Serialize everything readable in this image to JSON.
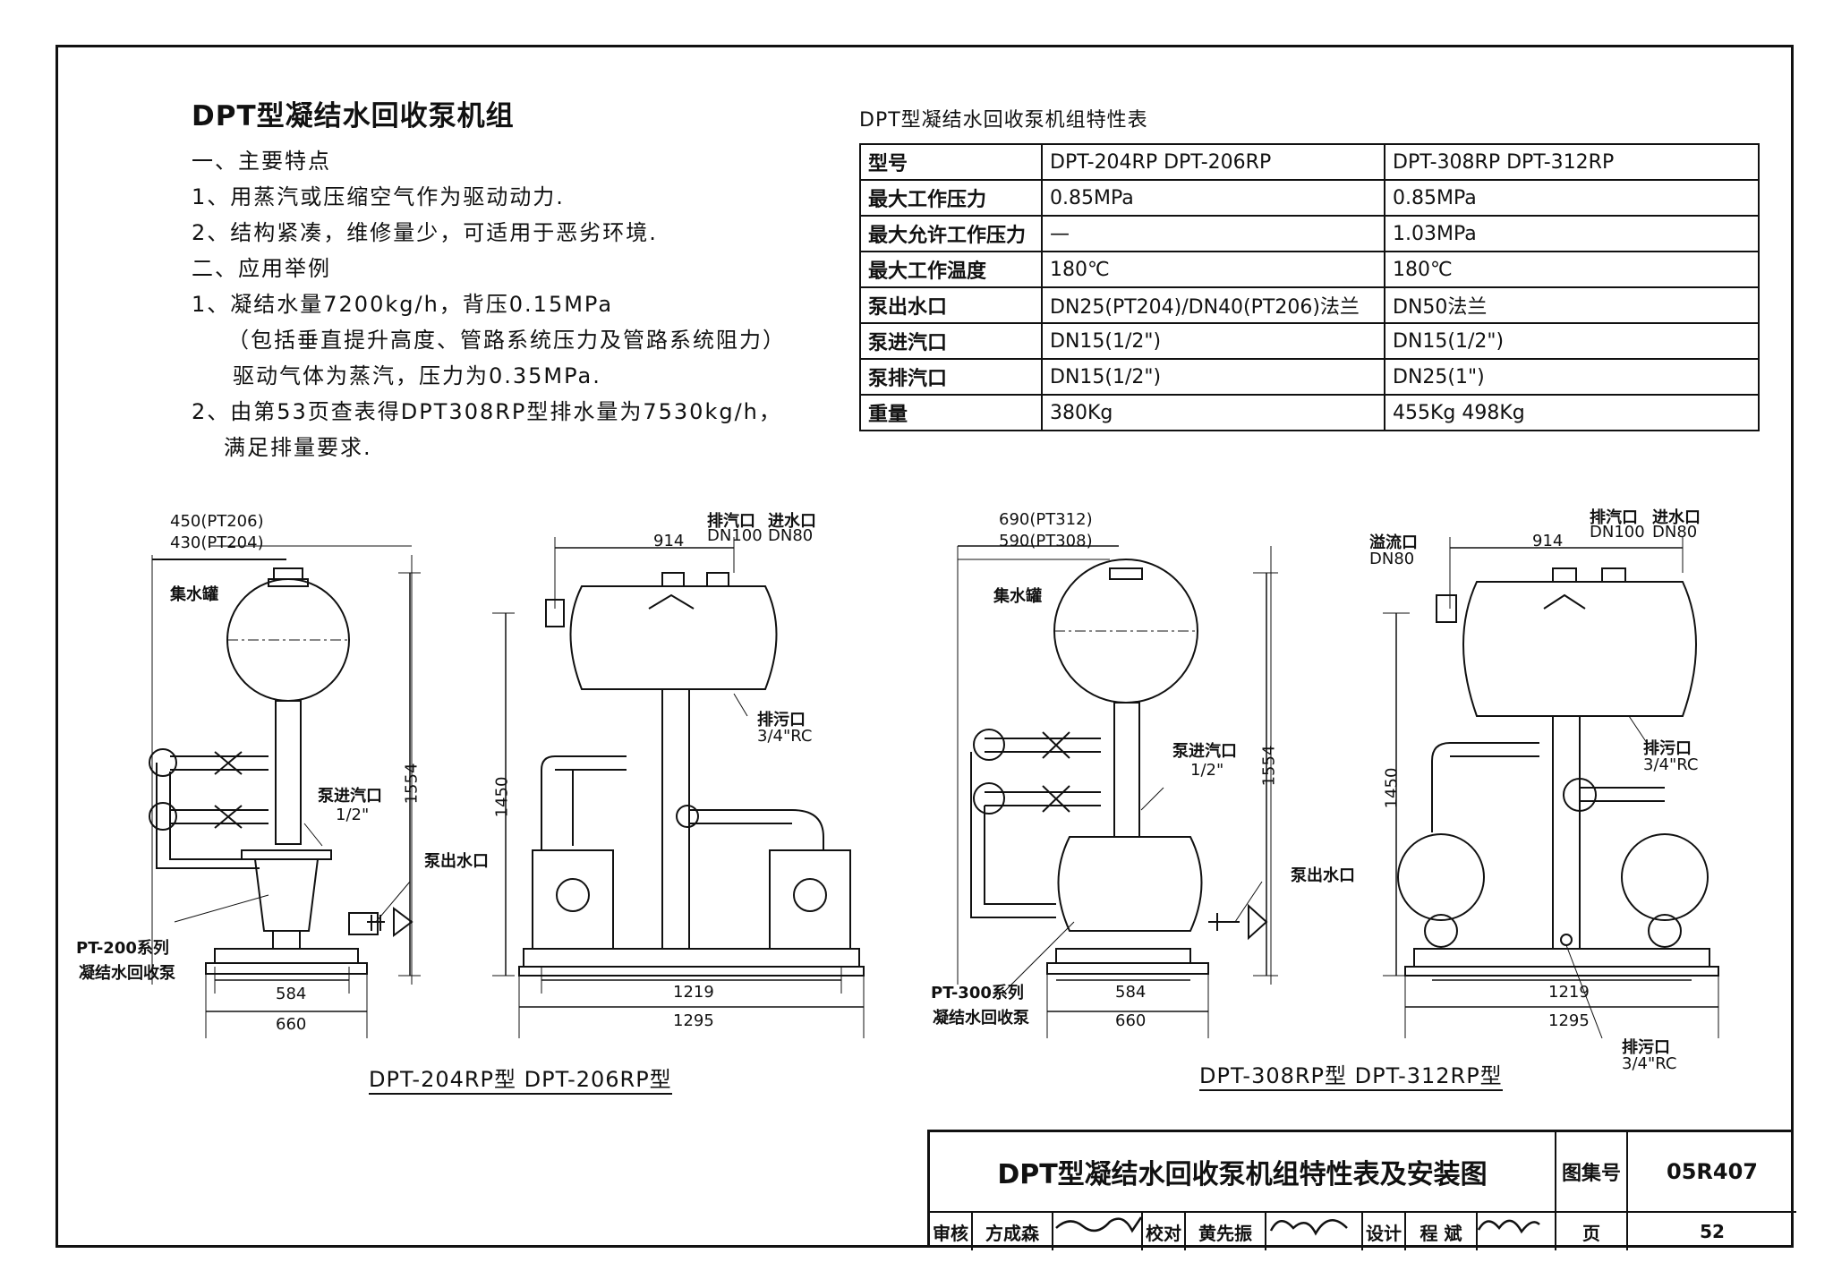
{
  "heading": "DPT型凝结水回收泵机组",
  "features": {
    "title": "一、主要特点",
    "items": [
      "1、用蒸汽或压缩空气作为驱动动力.",
      "2、结构紧凑，维修量少，可适用于恶劣环境."
    ]
  },
  "example": {
    "title": "二、应用举例",
    "lines": [
      "1、凝结水量7200kg/h，背压0.15MPa",
      "（包括垂直提升高度、管路系统压力及管路系统阻力）",
      "驱动气体为蒸汽，压力为0.35MPa.",
      "2、由第53页查表得DPT308RP型排水量为7530kg/h，",
      "满足排量要求."
    ]
  },
  "spec_table": {
    "title": "DPT型凝结水回收泵机组特性表",
    "rows": [
      {
        "key": "型号",
        "a": "DPT-204RP   DPT-206RP",
        "b": "DPT-308RP   DPT-312RP"
      },
      {
        "key": "最大工作压力",
        "a": "0.85MPa",
        "b": "0.85MPa"
      },
      {
        "key": "最大允许工作压力",
        "a": "—",
        "b": "1.03MPa"
      },
      {
        "key": "最大工作温度",
        "a": "180℃",
        "b": "180℃"
      },
      {
        "key": "泵出水口",
        "a": "DN25(PT204)/DN40(PT206)法兰",
        "b": "DN50法兰"
      },
      {
        "key": "泵进汽口",
        "a": "DN15(1/2\")",
        "b": "DN15(1/2\")"
      },
      {
        "key": "泵排汽口",
        "a": "DN15(1/2\")",
        "b": "DN25(1\")"
      },
      {
        "key": "重量",
        "a": "380Kg",
        "b": "455Kg          498Kg"
      }
    ]
  },
  "drawing_left": {
    "caption": "DPT-204RP型   DPT-206RP型",
    "dim_top1": "450(PT206)",
    "dim_top2": "430(PT204)",
    "tank_label": "集水罐",
    "steam_in_label": "泵进汽口",
    "steam_in_size": "1/2\"",
    "outlet_label": "泵出水口",
    "pump_label1": "PT-200系列",
    "pump_label2": "凝结水回收泵",
    "height1": "1554",
    "base1": "584",
    "base2": "660",
    "side_width": "914",
    "side_exhaust": "排汽口",
    "side_exhaust_dn": "DN100",
    "side_inlet": "进水口",
    "side_inlet_dn": "DN80",
    "side_height": "1450",
    "drain_label": "排污口",
    "drain_size": "3/4\"RC",
    "side_base1": "1219",
    "side_base2": "1295"
  },
  "drawing_right": {
    "caption": "DPT-308RP型   DPT-312RP型",
    "dim_top1": "690(PT312)",
    "dim_top2": "590(PT308)",
    "tank_label": "集水罐",
    "steam_in_label": "泵进汽口",
    "steam_in_size": "1/2\"",
    "outlet_label": "泵出水口",
    "pump_label1": "PT-300系列",
    "pump_label2": "凝结水回收泵",
    "height1": "1554",
    "base1": "584",
    "base2": "660",
    "overflow_label": "溢流口",
    "overflow_dn": "DN80",
    "side_width": "914",
    "side_exhaust": "排汽口",
    "side_exhaust_dn": "DN100",
    "side_inlet": "进水口",
    "side_inlet_dn": "DN80",
    "side_height": "1450",
    "drain_label": "排污口",
    "drain_size": "3/4\"RC",
    "drain2_label": "排污口",
    "drain2_size": "3/4\"RC",
    "side_base1": "1219",
    "side_base2": "1295"
  },
  "title_block": {
    "title": "DPT型凝结水回收泵机组特性表及安装图",
    "atlas_label": "图集号",
    "atlas_no": "05R407",
    "review_label": "审核",
    "review_name": "方成森",
    "check_label": "校对",
    "check_name": "黄先振",
    "design_label": "设计",
    "design_name": "程 斌",
    "page_label": "页",
    "page_no": "52"
  }
}
